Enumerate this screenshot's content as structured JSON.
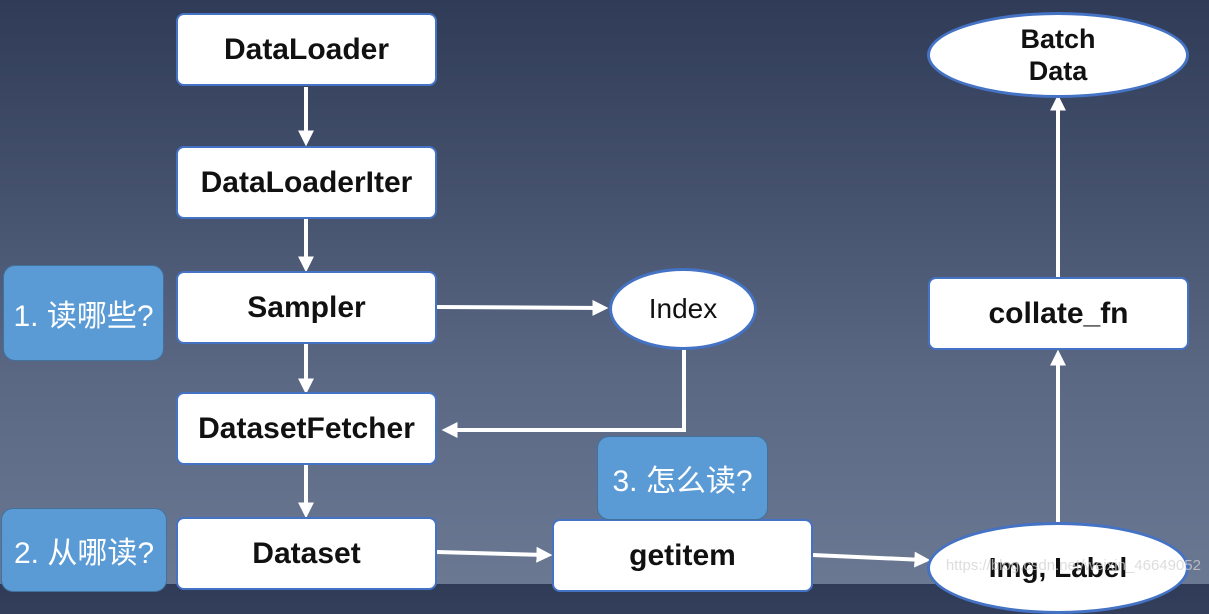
{
  "nodes": {
    "dataloader": "DataLoader",
    "dataloaderiter": "DataLoaderIter",
    "sampler": "Sampler",
    "datasetfetcher": "DatasetFetcher",
    "dataset": "Dataset",
    "getitem": "getitem",
    "index": "Index",
    "img_label": "Img, Label",
    "collate_fn": "collate_fn",
    "batch_data_line1": "Batch",
    "batch_data_line2": "Data"
  },
  "notes": {
    "q1": "1. 读哪些?",
    "q2": "2. 从哪读?",
    "q3": "3. 怎么读?"
  },
  "watermark": "https://blog.csdn.net/weixin_46649052"
}
